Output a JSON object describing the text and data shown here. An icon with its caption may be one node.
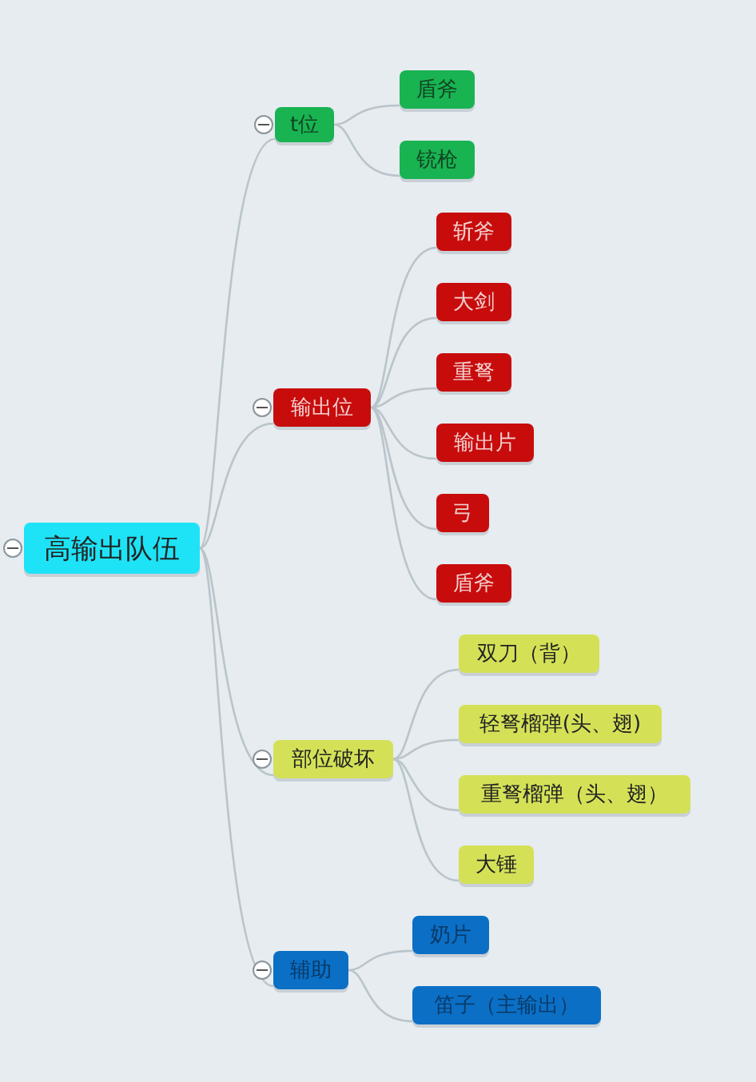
{
  "diagram": {
    "nodes": [
      {
        "text": [
          "高输出队伍"
        ]
      },
      {
        "text": [
          "t位"
        ]
      },
      {
        "text": [
          "盾斧"
        ]
      },
      {
        "text": [
          "铳枪"
        ]
      },
      {
        "text": [
          "输出位"
        ]
      },
      {
        "text": [
          "斩斧"
        ]
      },
      {
        "text": [
          "大剑"
        ]
      },
      {
        "text": [
          "重弩"
        ]
      },
      {
        "text": [
          "输出片"
        ]
      },
      {
        "text": [
          "弓"
        ]
      },
      {
        "text": [
          "盾斧"
        ]
      },
      {
        "text": [
          "部位破坏"
        ]
      },
      {
        "text": [
          "双刀（背）"
        ]
      },
      {
        "text": [
          "轻弩榴弹(头、翅)"
        ]
      },
      {
        "text": [
          "重弩榴弹（头、翅）"
        ]
      },
      {
        "text": [
          "大锤"
        ]
      },
      {
        "text": [
          "辅助"
        ]
      },
      {
        "text": [
          "奶片"
        ]
      },
      {
        "text": [
          "笛子（主输出）"
        ]
      }
    ],
    "edges": [
      {
        "from": 0,
        "to": 1,
        "arrow": "none"
      },
      {
        "from": 1,
        "to": 2,
        "arrow": "none"
      },
      {
        "from": 1,
        "to": 3,
        "arrow": "none"
      },
      {
        "from": 0,
        "to": 4,
        "arrow": "none"
      },
      {
        "from": 4,
        "to": 5,
        "arrow": "none"
      },
      {
        "from": 4,
        "to": 6,
        "arrow": "none"
      },
      {
        "from": 4,
        "to": 7,
        "arrow": "none"
      },
      {
        "from": 4,
        "to": 8,
        "arrow": "none"
      },
      {
        "from": 4,
        "to": 9,
        "arrow": "none"
      },
      {
        "from": 4,
        "to": 10,
        "arrow": "none"
      },
      {
        "from": 0,
        "to": 11,
        "arrow": "none"
      },
      {
        "from": 11,
        "to": 12,
        "arrow": "none"
      },
      {
        "from": 11,
        "to": 13,
        "arrow": "none"
      },
      {
        "from": 11,
        "to": 14,
        "arrow": "none"
      },
      {
        "from": 11,
        "to": 15,
        "arrow": "none"
      },
      {
        "from": 0,
        "to": 16,
        "arrow": "none"
      },
      {
        "from": 16,
        "to": 17,
        "arrow": "none"
      },
      {
        "from": 16,
        "to": 18,
        "arrow": "none"
      }
    ]
  }
}
